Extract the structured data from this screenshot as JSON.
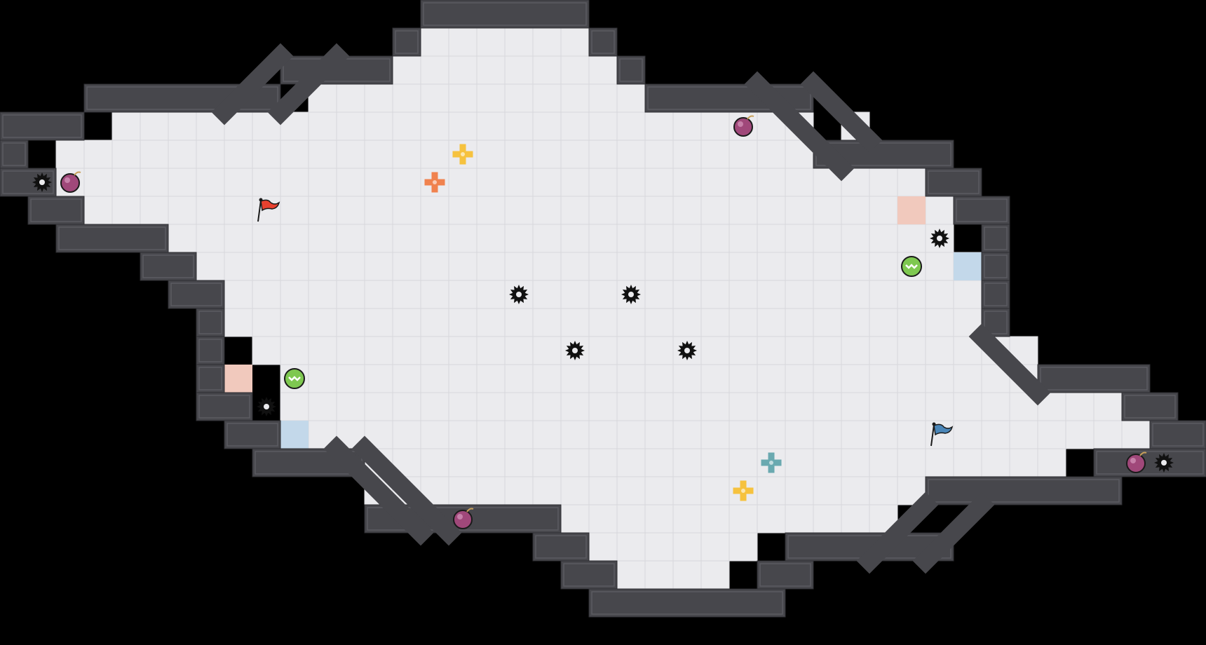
{
  "colors": {
    "background": "#000000",
    "floor": "#ebebee",
    "wall": "#47474c",
    "red_team": "#e8412f",
    "blue_team": "#4a86b8",
    "red_spawn": "#f1c9bd",
    "blue_spawn": "#c3d8ea",
    "bomb": "#a0487a",
    "boost": "#7ec850",
    "powerup": "#f6c23e"
  },
  "map": {
    "cols": 43,
    "rows": 23,
    "floor_rows": [
      [
        [
          16,
          20
        ]
      ],
      [
        [
          15,
          21
        ]
      ],
      [
        [
          12,
          22
        ]
      ],
      [
        [
          11,
          23
        ],
        [
          26,
          29
        ]
      ],
      [
        [
          4,
          29
        ],
        [
          30,
          31
        ]
      ],
      [
        [
          2,
          32
        ]
      ],
      [
        [
          2,
          33
        ]
      ],
      [
        [
          3,
          34
        ]
      ],
      [
        [
          6,
          34
        ]
      ],
      [
        [
          7,
          35
        ]
      ],
      [
        [
          8,
          35
        ]
      ],
      [
        [
          8,
          36
        ]
      ],
      [
        [
          9,
          37
        ]
      ],
      [
        [
          10,
          39
        ]
      ],
      [
        [
          10,
          40
        ]
      ],
      [
        [
          11,
          41
        ]
      ],
      [
        [
          12,
          38
        ]
      ],
      [
        [
          13,
          33
        ]
      ],
      [
        [
          14,
          32
        ]
      ],
      [
        [
          20,
          27
        ]
      ],
      [
        [
          21,
          26
        ]
      ],
      [
        [
          22,
          26
        ]
      ],
      []
    ],
    "walls": [
      {
        "type": "rect",
        "r": 0,
        "c0": 15,
        "c1": 21
      },
      {
        "type": "rect",
        "r": 1,
        "c0": 14,
        "c1": 15
      },
      {
        "type": "rect",
        "r": 1,
        "c0": 21,
        "c1": 22
      },
      {
        "type": "rect",
        "r": 2,
        "c0": 10,
        "c1": 14
      },
      {
        "type": "rect",
        "r": 2,
        "c0": 22,
        "c1": 23
      },
      {
        "type": "rect",
        "r": 3,
        "c0": 3,
        "c1": 10
      },
      {
        "type": "rect",
        "r": 3,
        "c0": 23,
        "c1": 29
      },
      {
        "type": "rect",
        "r": 4,
        "c0": 0,
        "c1": 3
      },
      {
        "type": "rect",
        "r": 5,
        "c0": 0,
        "c1": 1
      },
      {
        "type": "rect",
        "r": 6,
        "c0": 0,
        "c1": 2
      },
      {
        "type": "rect",
        "r": 7,
        "c0": 1,
        "c1": 3
      },
      {
        "type": "rect",
        "r": 8,
        "c0": 2,
        "c1": 6
      },
      {
        "type": "rect",
        "r": 5,
        "c0": 29,
        "c1": 34
      },
      {
        "type": "rect",
        "r": 6,
        "c0": 33,
        "c1": 35
      },
      {
        "type": "rect",
        "r": 7,
        "c0": 34,
        "c1": 36
      },
      {
        "type": "rect",
        "r": 8,
        "c0": 35,
        "c1": 36
      },
      {
        "type": "rect",
        "r": 9,
        "c0": 35,
        "c1": 36
      },
      {
        "type": "rect",
        "r": 10,
        "c0": 35,
        "c1": 36
      },
      {
        "type": "rect",
        "r": 11,
        "c0": 35,
        "c1": 36
      },
      {
        "type": "rect",
        "r": 13,
        "c0": 37,
        "c1": 41
      },
      {
        "type": "rect",
        "r": 14,
        "c0": 40,
        "c1": 42
      },
      {
        "type": "rect",
        "r": 15,
        "c0": 41,
        "c1": 43
      },
      {
        "type": "rect",
        "r": 16,
        "c0": 39,
        "c1": 43
      },
      {
        "type": "rect",
        "r": 17,
        "c0": 33,
        "c1": 40
      },
      {
        "type": "rect",
        "r": 19,
        "c0": 28,
        "c1": 34
      },
      {
        "type": "rect",
        "r": 20,
        "c0": 27,
        "c1": 29
      },
      {
        "type": "rect",
        "r": 21,
        "c0": 21,
        "c1": 28
      },
      {
        "type": "rect",
        "r": 20,
        "c0": 20,
        "c1": 22
      },
      {
        "type": "rect",
        "r": 19,
        "c0": 19,
        "c1": 21
      },
      {
        "type": "rect",
        "r": 18,
        "c0": 13,
        "c1": 20
      },
      {
        "type": "rect",
        "r": 16,
        "c0": 9,
        "c1": 13
      },
      {
        "type": "rect",
        "r": 15,
        "c0": 8,
        "c1": 10
      },
      {
        "type": "rect",
        "r": 14,
        "c0": 7,
        "c1": 9
      },
      {
        "type": "rect",
        "r": 13,
        "c0": 7,
        "c1": 8
      },
      {
        "type": "rect",
        "r": 12,
        "c0": 7,
        "c1": 8
      },
      {
        "type": "rect",
        "r": 11,
        "c0": 7,
        "c1": 8
      },
      {
        "type": "rect",
        "r": 10,
        "c0": 6,
        "c1": 8
      },
      {
        "type": "rect",
        "r": 9,
        "c0": 5,
        "c1": 7
      },
      {
        "type": "diag",
        "c0": 10,
        "r0": 2,
        "c1": 8,
        "r1": 4
      },
      {
        "type": "diag",
        "c0": 12,
        "r0": 2,
        "c1": 10,
        "r1": 4
      },
      {
        "type": "diag",
        "c0": 27,
        "r0": 3,
        "c1": 30,
        "r1": 6
      },
      {
        "type": "diag",
        "c0": 29,
        "r0": 3,
        "c1": 31,
        "r1": 5
      },
      {
        "type": "diag",
        "c0": 35,
        "r0": 12,
        "c1": 37,
        "r1": 14
      },
      {
        "type": "diag",
        "c0": 12,
        "r0": 16,
        "c1": 15,
        "r1": 19
      },
      {
        "type": "diag",
        "c0": 13,
        "r0": 16,
        "c1": 16,
        "r1": 19
      },
      {
        "type": "diag",
        "c0": 31,
        "r0": 20,
        "c1": 33,
        "r1": 18
      },
      {
        "type": "diag",
        "c0": 33,
        "r0": 20,
        "c1": 35,
        "r1": 18
      }
    ],
    "spawns": [
      {
        "team": "red",
        "c": 32,
        "r": 7
      },
      {
        "team": "blue",
        "c": 34,
        "r": 9
      },
      {
        "team": "red",
        "c": 8,
        "r": 13
      },
      {
        "team": "blue",
        "c": 10,
        "r": 15
      }
    ],
    "items": [
      {
        "icon": "spike-icon",
        "c": 1,
        "r": 6
      },
      {
        "icon": "bomb-icon",
        "c": 2,
        "r": 6
      },
      {
        "icon": "red-flag-icon",
        "c": 9,
        "r": 7
      },
      {
        "icon": "powerup-icon",
        "c": 16,
        "r": 5,
        "color": "#f6c23e"
      },
      {
        "icon": "team-tile-icon",
        "c": 15,
        "r": 6,
        "color": "#f0824e"
      },
      {
        "icon": "bomb-icon",
        "c": 26,
        "r": 4
      },
      {
        "icon": "spike-icon",
        "c": 33,
        "r": 8
      },
      {
        "icon": "boost-icon",
        "c": 32,
        "r": 9
      },
      {
        "icon": "spike-icon",
        "c": 18,
        "r": 10
      },
      {
        "icon": "spike-icon",
        "c": 22,
        "r": 10
      },
      {
        "icon": "spike-icon",
        "c": 20,
        "r": 12
      },
      {
        "icon": "spike-icon",
        "c": 24,
        "r": 12
      },
      {
        "icon": "boost-icon",
        "c": 10,
        "r": 13
      },
      {
        "icon": "spike-icon",
        "c": 9,
        "r": 14
      },
      {
        "icon": "blue-flag-icon",
        "c": 33,
        "r": 15
      },
      {
        "icon": "team-tile-icon",
        "c": 27,
        "r": 16,
        "color": "#6aa9b0"
      },
      {
        "icon": "powerup-icon",
        "c": 26,
        "r": 17,
        "color": "#f6c23e"
      },
      {
        "icon": "bomb-icon",
        "c": 40,
        "r": 16
      },
      {
        "icon": "spike-icon",
        "c": 41,
        "r": 16
      },
      {
        "icon": "bomb-icon",
        "c": 16,
        "r": 18
      }
    ]
  }
}
